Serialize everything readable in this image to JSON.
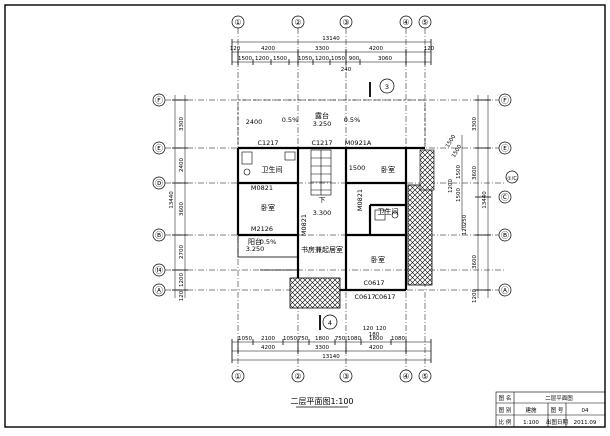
{
  "axes": {
    "top": [
      "①",
      "②",
      "③",
      "④",
      "⑤"
    ],
    "bottom": [
      "①",
      "②",
      "③",
      "④",
      "⑤"
    ],
    "left": [
      "Ⓕ",
      "Ⓔ",
      "Ⓓ",
      "Ⓑ",
      "⑭",
      "Ⓐ"
    ],
    "right": [
      "Ⓕ",
      "Ⓔ",
      "①/C",
      "Ⓒ",
      "Ⓑ",
      "Ⓐ"
    ]
  },
  "dims_top": {
    "total": "13140",
    "row1": [
      "120",
      "4200",
      "3300",
      "4200",
      "120"
    ],
    "row2": [
      "1500",
      "1200",
      "1500",
      "1050",
      "1200",
      "1050",
      "900",
      "3060"
    ],
    "mid": "240"
  },
  "dims_bottom": {
    "row1": [
      "1050",
      "2100",
      "1050",
      "750",
      "1800",
      "750",
      "1080",
      "1800",
      "1080"
    ],
    "row2": [
      "4200",
      "3300",
      "4200"
    ],
    "total": "13140",
    "small": [
      "120",
      "120",
      "180"
    ]
  },
  "dims_left": {
    "total": "13440",
    "segments": [
      "3300",
      "2400",
      "3600",
      "2700",
      "1200",
      "120"
    ]
  },
  "dims_right": {
    "total": "13440",
    "segments": [
      "3300",
      "3600",
      "3600",
      "1200"
    ],
    "inner": [
      "1500",
      "1500",
      "1500",
      "1500",
      "250",
      "120",
      "1200"
    ]
  },
  "rooms": {
    "terrace_top": "露台",
    "terrace_top_level": "3.250",
    "bedroom_left": "卧室",
    "bedroom_right": "卧室",
    "bedroom_bottom": "卧室",
    "bathroom_left": "卫生间",
    "bathroom_right": "卫生间",
    "family_room": "书房兼起居室",
    "balcony": "阳台",
    "balcony_level": "3.250"
  },
  "labels": {
    "c1217a": "C1217",
    "c1217b": "C1217",
    "m0921a": "M0921A",
    "m0821a": "M0821",
    "m0821b": "M0821",
    "m0821c": "M0821",
    "m2126": "M2126",
    "c0617a": "C0617",
    "c0617b": "C0617",
    "c0617c": "C0617",
    "level_mid": "3.300",
    "slope1": "0.5%",
    "slope2": "0.5%",
    "slope3": "0.5%",
    "w1500": "1500",
    "w2400": "2400",
    "up": "下",
    "section_a": "3",
    "section_b": "4"
  },
  "title": "二层平面图1:100",
  "title_block": {
    "r1c1": "图 名",
    "r1c2": "二层平面图",
    "r2c1": "图 别",
    "r2c2": "建施",
    "r2c3": "图 号",
    "r2c4": "04",
    "r3c1": "比 例",
    "r3c2": "1:100",
    "r3c3": "出图日期",
    "r3c4": "2011.09"
  }
}
